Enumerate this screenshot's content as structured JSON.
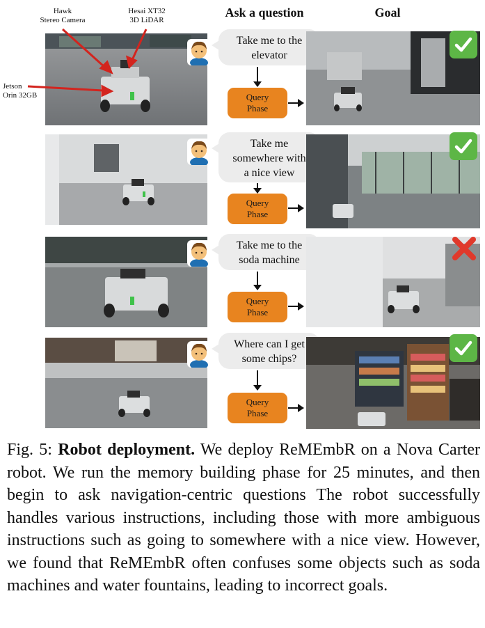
{
  "headers": {
    "ask": "Ask a question",
    "goal": "Goal"
  },
  "sensors": {
    "hawk": [
      "Hawk",
      "Stereo Camera"
    ],
    "hesai": [
      "Hesai XT32",
      "3D LiDAR"
    ],
    "jetson": [
      "Jetson",
      "Orin 32GB"
    ]
  },
  "rows": [
    {
      "question": [
        "Take me to the",
        "elevator"
      ],
      "query": [
        "Query",
        "Phase"
      ],
      "result": "success"
    },
    {
      "question": [
        "Take me",
        "somewhere with",
        "a nice view"
      ],
      "query": [
        "Query",
        "Phase"
      ],
      "result": "success"
    },
    {
      "question": [
        "Take me to the",
        "soda machine"
      ],
      "query": [
        "Query",
        "Phase"
      ],
      "result": "failure"
    },
    {
      "question": [
        "Where can I get",
        "some chips?"
      ],
      "query": [
        "Query",
        "Phase"
      ],
      "result": "success"
    }
  ],
  "icons": {
    "person": "person-emoji-icon",
    "check": "check-mark-icon",
    "cross": "cross-mark-icon"
  },
  "colors": {
    "query_box": "#e8841f",
    "check": "#5db646",
    "cross": "#e0392b",
    "bubble": "#ececec"
  },
  "caption": {
    "label": "Fig. 5:",
    "title": "Robot deployment.",
    "text": "We deploy ReMEmbR on a Nova Carter robot. We run the memory building phase for 25 minutes, and then begin to ask navigation-centric questions The robot successfully handles various instructions, including those with more ambiguous instructions such as going to somewhere with a nice view. However, we found that ReMEmbR often confuses some objects such as soda machines and water fountains, leading to incorrect goals."
  }
}
